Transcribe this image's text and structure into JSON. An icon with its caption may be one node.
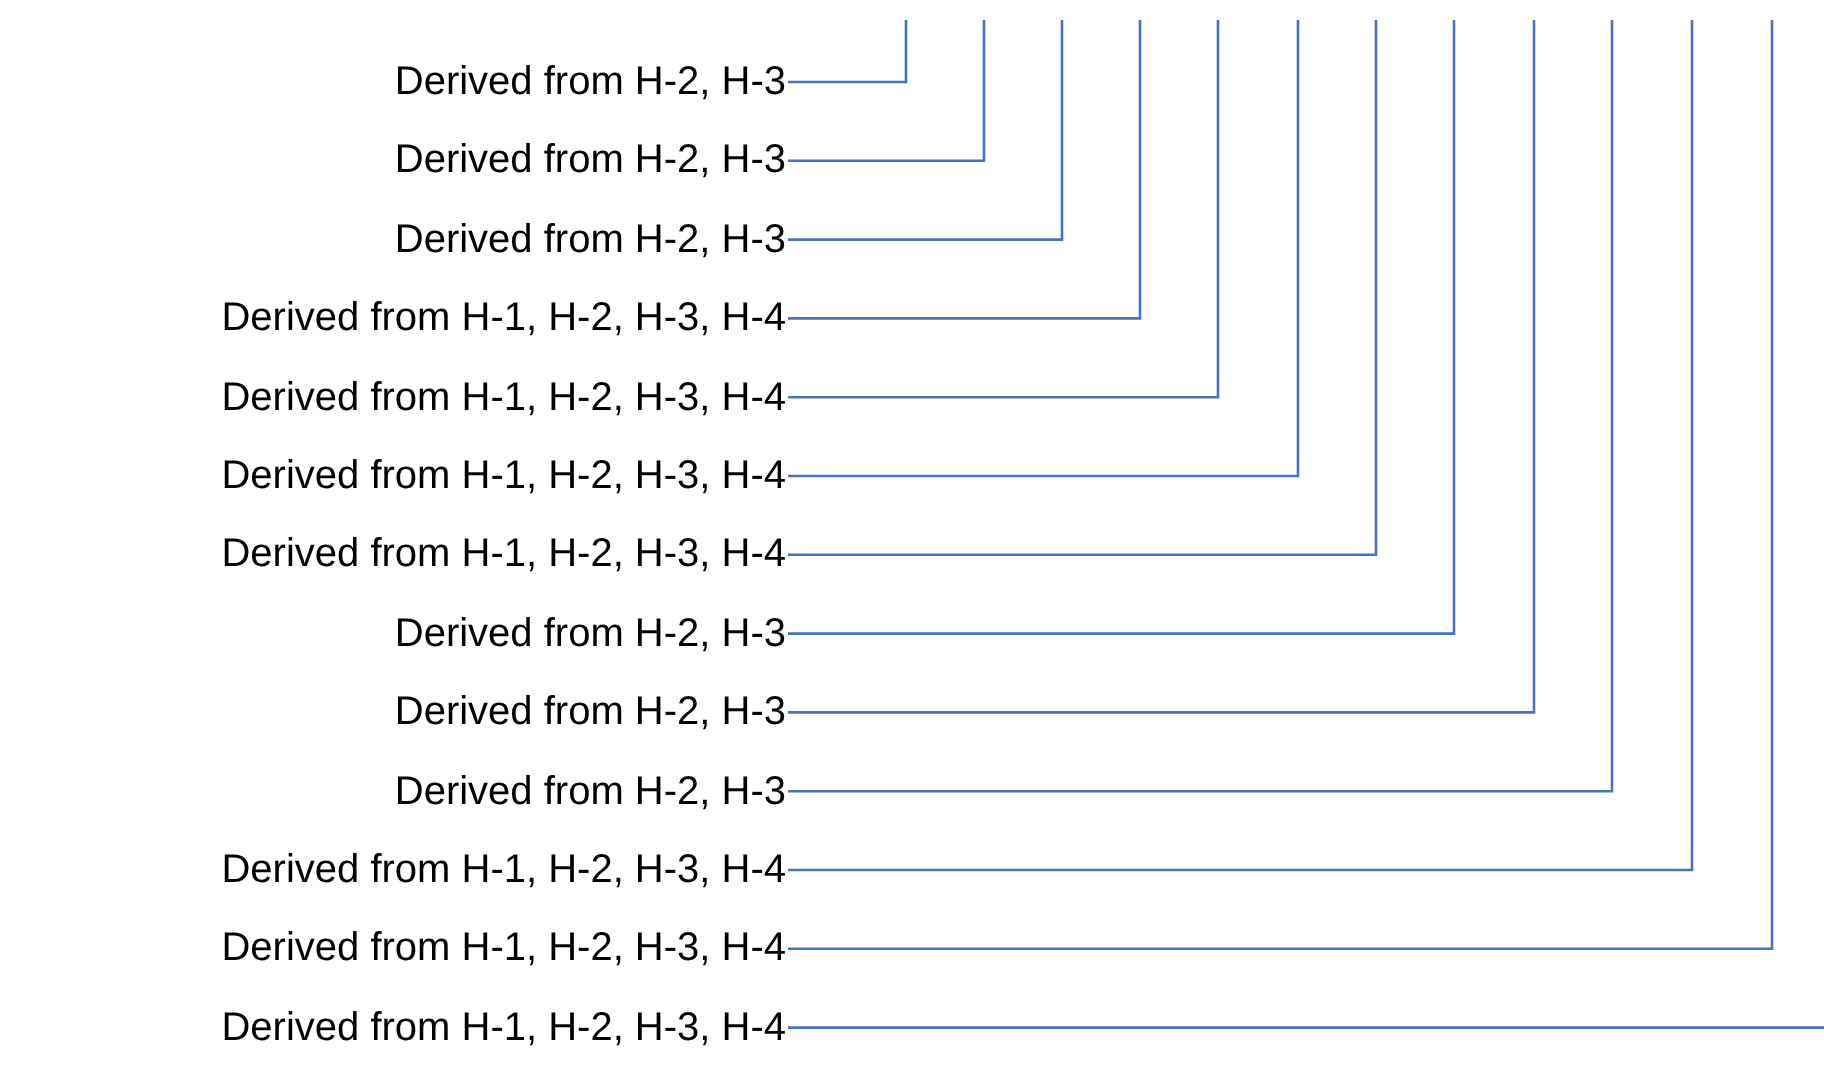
{
  "diagram": {
    "nodes": [
      {
        "text": [
          "Derived from H-2, H-3"
        ]
      },
      {
        "text": [
          "Derived from H-2, H-3"
        ]
      },
      {
        "text": [
          "Derived from H-2, H-3"
        ]
      },
      {
        "text": [
          "Derived from H-1, H-2, H-3, H-4"
        ]
      },
      {
        "text": [
          "Derived from H-1, H-2, H-3, H-4"
        ]
      },
      {
        "text": [
          "Derived from H-1, H-2, H-3, H-4"
        ]
      },
      {
        "text": [
          "Derived from H-1, H-2, H-3, H-4"
        ]
      },
      {
        "text": [
          "Derived from H-2, H-3"
        ]
      },
      {
        "text": [
          "Derived from H-2, H-3"
        ]
      },
      {
        "text": [
          "Derived from H-2, H-3"
        ]
      },
      {
        "text": [
          "Derived from H-1, H-2, H-3, H-4"
        ]
      },
      {
        "text": [
          "Derived from H-1, H-2, H-3, H-4"
        ]
      },
      {
        "text": [
          "Derived from H-1, H-2, H-3, H-4"
        ]
      }
    ],
    "edges": [
      {
        "from": 0,
        "to": null,
        "arrow": "none"
      },
      {
        "from": 1,
        "to": null,
        "arrow": "none"
      },
      {
        "from": 2,
        "to": null,
        "arrow": "none"
      },
      {
        "from": 3,
        "to": null,
        "arrow": "none"
      },
      {
        "from": 4,
        "to": null,
        "arrow": "none"
      },
      {
        "from": 5,
        "to": null,
        "arrow": "none"
      },
      {
        "from": 6,
        "to": null,
        "arrow": "none"
      },
      {
        "from": 7,
        "to": null,
        "arrow": "none"
      },
      {
        "from": 8,
        "to": null,
        "arrow": "none"
      },
      {
        "from": 9,
        "to": null,
        "arrow": "none"
      },
      {
        "from": 10,
        "to": null,
        "arrow": "none"
      },
      {
        "from": 11,
        "to": null,
        "arrow": "none"
      },
      {
        "from": 12,
        "to": null,
        "arrow": "none"
      }
    ]
  }
}
